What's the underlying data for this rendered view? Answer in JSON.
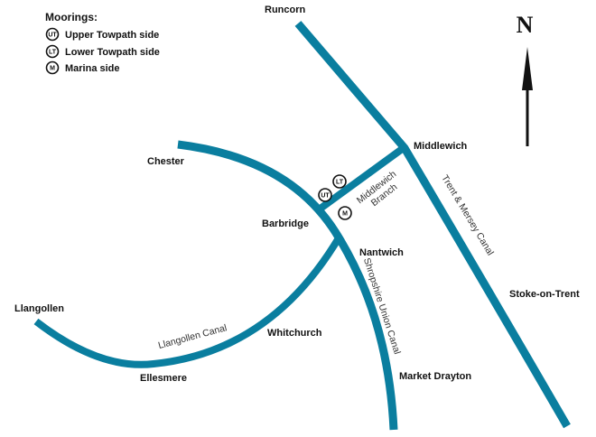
{
  "legend": {
    "title": "Moorings:",
    "items": [
      {
        "code": "UT",
        "label": "Upper Towpath side"
      },
      {
        "code": "LT",
        "label": "Lower Towpath side"
      },
      {
        "code": "M",
        "label": "Marina side"
      }
    ]
  },
  "north": {
    "letter": "N"
  },
  "places": {
    "runcorn": "Runcorn",
    "middlewich": "Middlewich",
    "chester": "Chester",
    "barbridge": "Barbridge",
    "nantwich": "Nantwich",
    "llangollen": "Llangollen",
    "whitchurch": "Whitchurch",
    "ellesmere": "Ellesmere",
    "market_drayton": "Market Drayton",
    "stoke_on_trent": "Stoke-on-Trent"
  },
  "canals": {
    "middlewich_branch_line1": "Middlewich",
    "middlewich_branch_line2": "Branch",
    "trent_mersey": "Trent & Mersey Canal",
    "shropshire_union": "Shropshire Union Canal",
    "llangollen": "Llangollen Canal"
  },
  "moorings_on_map": [
    {
      "code": "LT"
    },
    {
      "code": "UT"
    },
    {
      "code": "M"
    }
  ],
  "colors": {
    "canal": "#0a7e9f",
    "text": "#111111",
    "background": "#ffffff"
  }
}
